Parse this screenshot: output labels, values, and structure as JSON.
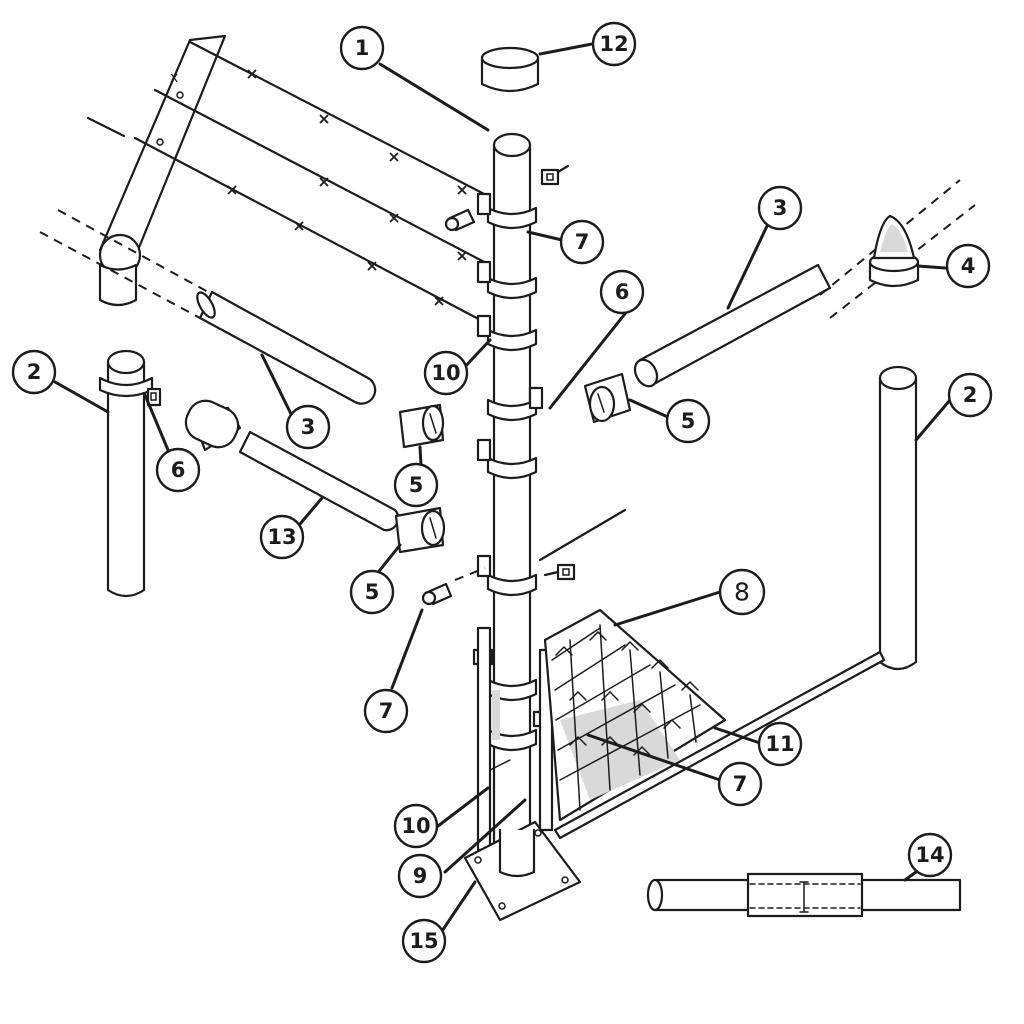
{
  "callouts": {
    "c1": "1",
    "c2a": "2",
    "c2b": "2",
    "c3a": "3",
    "c3b": "3",
    "c4": "4",
    "c5a": "5",
    "c5b": "5",
    "c5c": "5",
    "c6a": "6",
    "c6b": "6",
    "c7a": "7",
    "c7b": "7",
    "c7c": "7",
    "c8": "8",
    "c9": "9",
    "c10a": "10",
    "c10b": "10",
    "c11": "11",
    "c12": "12",
    "c13": "13",
    "c14": "14",
    "c15": "15"
  },
  "colors": {
    "ink": "#1c1c1c",
    "paper": "#ffffff",
    "shade": "#d9d9d9"
  }
}
